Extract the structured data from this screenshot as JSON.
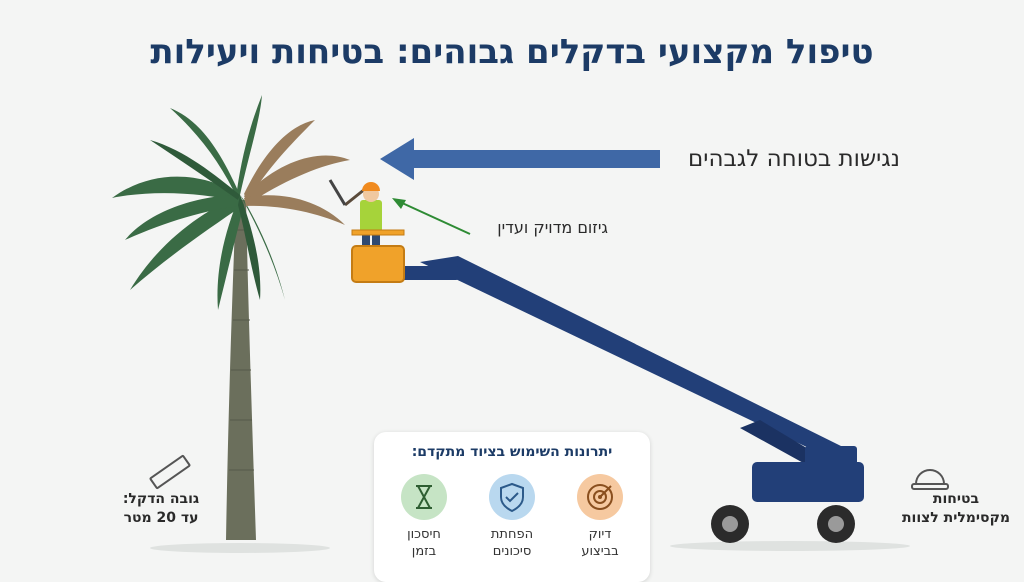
{
  "title": "טיפול מקצועי בדקלים גבוהים: בטיחות ויעילות",
  "labels": {
    "access": "נגישות בטוחה לגבהים",
    "pruning": "גיזום מדויק ועדין",
    "height_line1": "גובה הדקל:",
    "height_line2": "עד 20 מטר",
    "safety_line1": "בטיחות",
    "safety_line2": "מקסימלית לצוות"
  },
  "benefits_panel": {
    "title": "יתרונות השימוש בציוד מתקדם:",
    "items": [
      {
        "line1": "דיוק",
        "line2": "בביצוע",
        "icon": "target-icon"
      },
      {
        "line1": "הפחתת",
        "line2": "סיכונים",
        "icon": "shield-check-icon"
      },
      {
        "line1": "חיסכון",
        "line2": "בזמן",
        "icon": "hourglass-icon"
      }
    ]
  },
  "colors": {
    "title": "#1c3b66",
    "arrow_blue": "#3f68a6",
    "lift_body": "#223f78",
    "pointer_green": "#2e8b34",
    "bucket_orange": "#f0a22a"
  }
}
